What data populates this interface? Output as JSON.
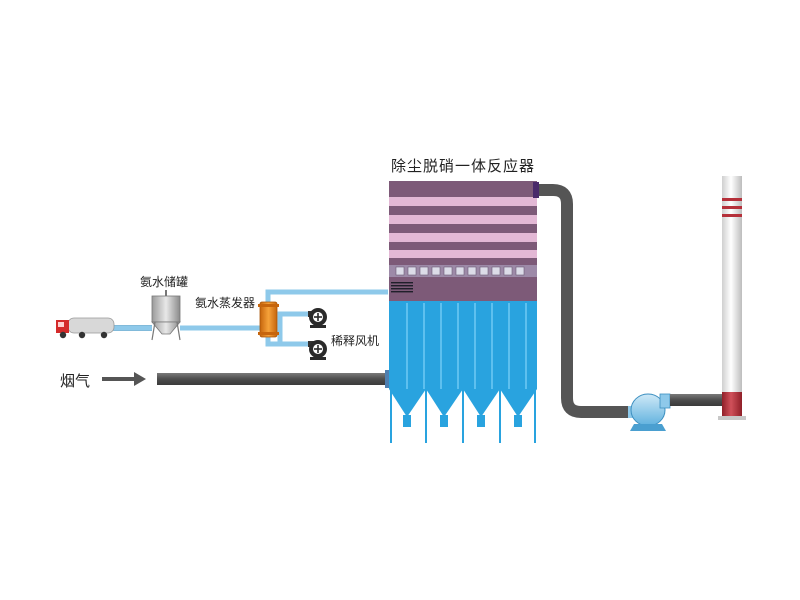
{
  "labels": {
    "reactor": "除尘脱硝一体反应器",
    "ammonia_tank": "氨水储罐",
    "evaporator": "氨水蒸发器",
    "dilution_fan": "稀释风机",
    "flue_gas": "烟气"
  },
  "colors": {
    "reactor_body": "#7d5a78",
    "reactor_band": "#e3b8d5",
    "hopper_blue": "#29a3df",
    "pipe_gray": "#5a5a5a",
    "water_pipe": "#8ec9ea",
    "stack_red": "#b5303a",
    "evaporator_orange": "#e8861a"
  },
  "icons": [
    "truck-icon",
    "tank-icon",
    "evaporator-icon",
    "fan-icon",
    "arrow-icon",
    "blower-icon",
    "stack-icon"
  ]
}
